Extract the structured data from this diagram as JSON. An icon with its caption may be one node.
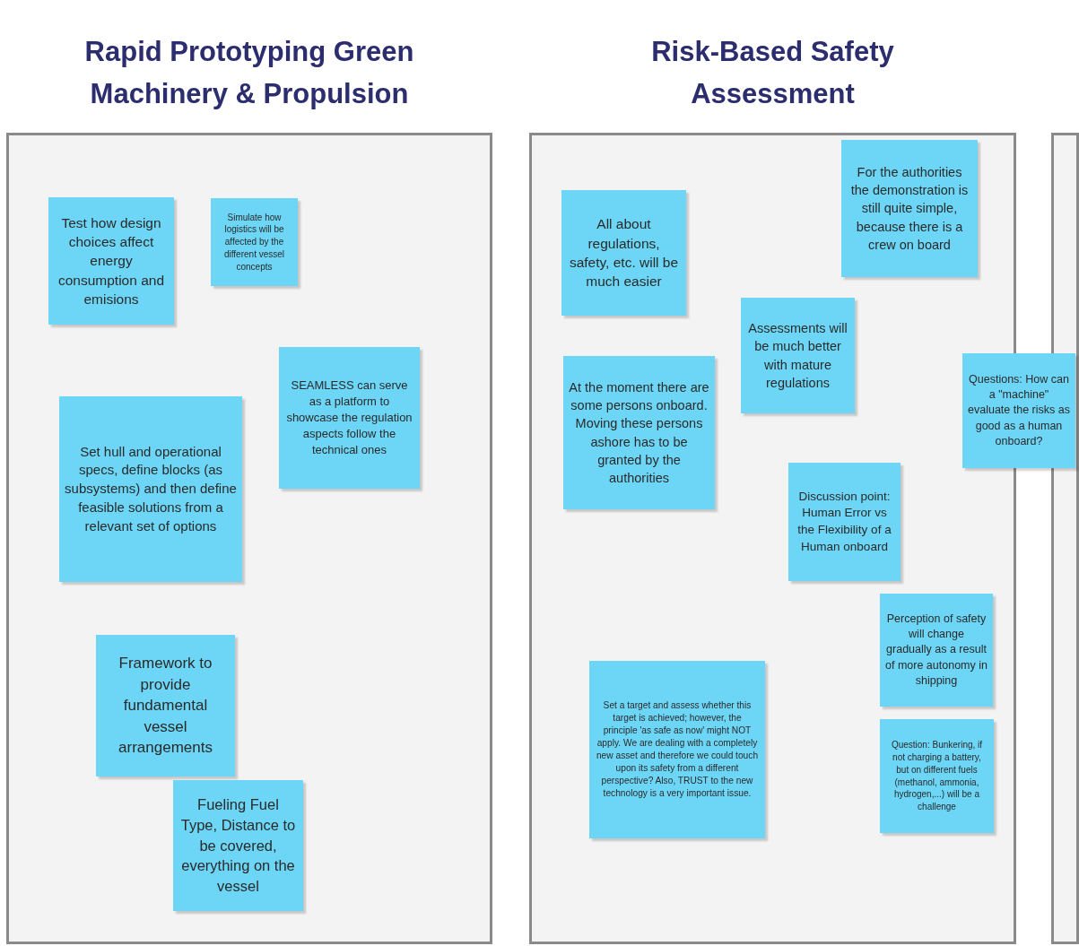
{
  "diagram": {
    "nodes": [
      {
        "text": [
          "Rapid Prototyping Green Machinery & Propulsion"
        ]
      },
      {
        "text": [
          "Test how design choices affect energy consumption and emisions"
        ],
        "in": 0
      },
      {
        "text": [
          "Simulate how logistics will be affected by the different vessel concepts"
        ],
        "in": 0
      },
      {
        "text": [
          "SEAMLESS can serve as a platform to showcase the regulation aspects follow the technical ones"
        ],
        "in": 0
      },
      {
        "text": [
          "Set hull and operational specs, define blocks (as subsystems) and then define feasible solutions from a relevant set of options"
        ],
        "in": 0
      },
      {
        "text": [
          "Framework to provide fundamental vessel arrangements"
        ],
        "in": 0
      },
      {
        "text": [
          "Fueling Fuel Type, Distance to be covered, everything on the vessel"
        ],
        "in": 0
      },
      {
        "text": [
          "Risk-Based Safety Assessment"
        ]
      },
      {
        "text": [
          "All about regulations, safety, etc. will be much easier"
        ],
        "in": 7
      },
      {
        "text": [
          "For the authorities the demonstration is still quite simple, because there is a crew on board"
        ],
        "in": 7
      },
      {
        "text": [
          "Assessments will be much better with mature regulations"
        ],
        "in": 7
      },
      {
        "text": [
          "At the moment there are some persons onboard. Moving these persons ashore has to be granted by the authorities"
        ],
        "in": 7
      },
      {
        "text": [
          "Questions: How can a \"machine\" evaluate the risks as good as a human onboard?"
        ]
      },
      {
        "text": [
          "Discussion point: Human Error vs the Flexibility of a Human onboard"
        ],
        "in": 7
      },
      {
        "text": [
          "Perception of safety will change gradually as a result of more autonomy in shipping"
        ],
        "in": 7
      },
      {
        "text": [
          "Set a target and assess whether this target is achieved; however, the principle 'as safe as now' might NOT apply. We are dealing with a completely new asset and therefore we could touch upon its safety from a different perspective? Also, TRUST to the new technology is a very important issue."
        ],
        "in": 7
      },
      {
        "text": [
          "Question: Bunkering, if not charging a battery, but on different fuels (methanol, ammonia, hydrogen,...) will be a challenge"
        ],
        "in": 7
      },
      {
        "text": [],
        "shape": "box"
      }
    ]
  }
}
